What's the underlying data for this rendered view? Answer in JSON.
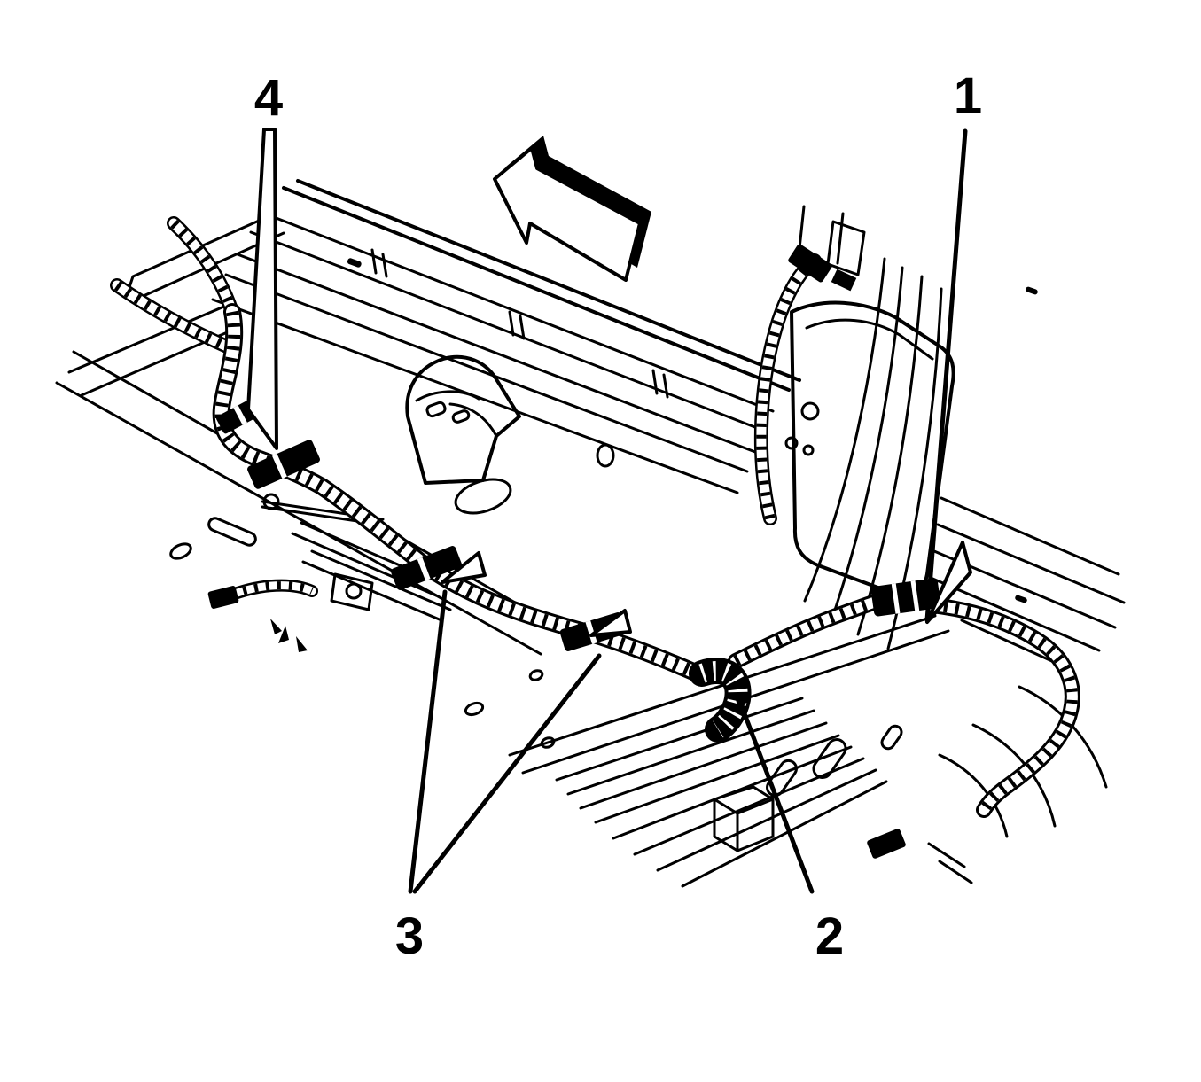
{
  "figure": {
    "type": "technical-line-illustration",
    "subject": "vehicle underbody wiring harness routing",
    "colors": {
      "ink": "#000000",
      "paper": "#ffffff"
    },
    "direction_arrow": {
      "icon": "front-direction-arrow",
      "points": "upper-left"
    },
    "callouts": [
      {
        "label": "1"
      },
      {
        "label": "2"
      },
      {
        "label": "3"
      },
      {
        "label": "4"
      }
    ]
  }
}
